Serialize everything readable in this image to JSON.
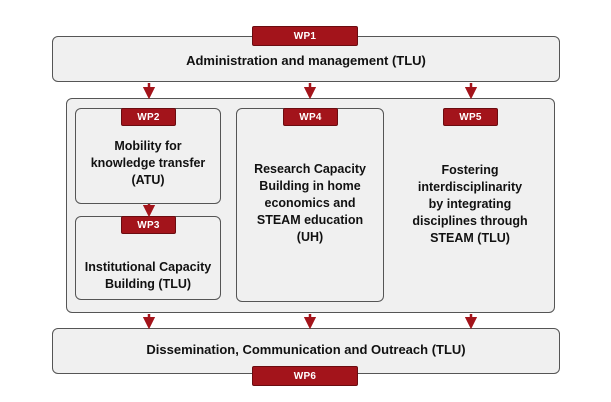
{
  "wp1": {
    "label": "WP1",
    "title": "Administration and management (TLU)"
  },
  "wp2": {
    "label": "WP2",
    "title": "Mobility for\nknowledge transfer\n(ATU)"
  },
  "wp3": {
    "label": "WP3",
    "title": "Institutional Capacity\nBuilding (TLU)"
  },
  "wp4": {
    "label": "WP4",
    "title": "Research Capacity\nBuilding in home\neconomics and\nSTEAM education\n(UH)"
  },
  "wp5": {
    "label": "WP5",
    "title": "Fostering\ninterdisciplinarity\nby integrating\ndisciplines through\nSTEAM (TLU)"
  },
  "wp6": {
    "label": "WP6",
    "title": "Dissemination, Communication and Outreach (TLU)"
  },
  "colors": {
    "accent": "#a3141b",
    "box_fill": "#f0f0f0",
    "border": "#555555"
  }
}
